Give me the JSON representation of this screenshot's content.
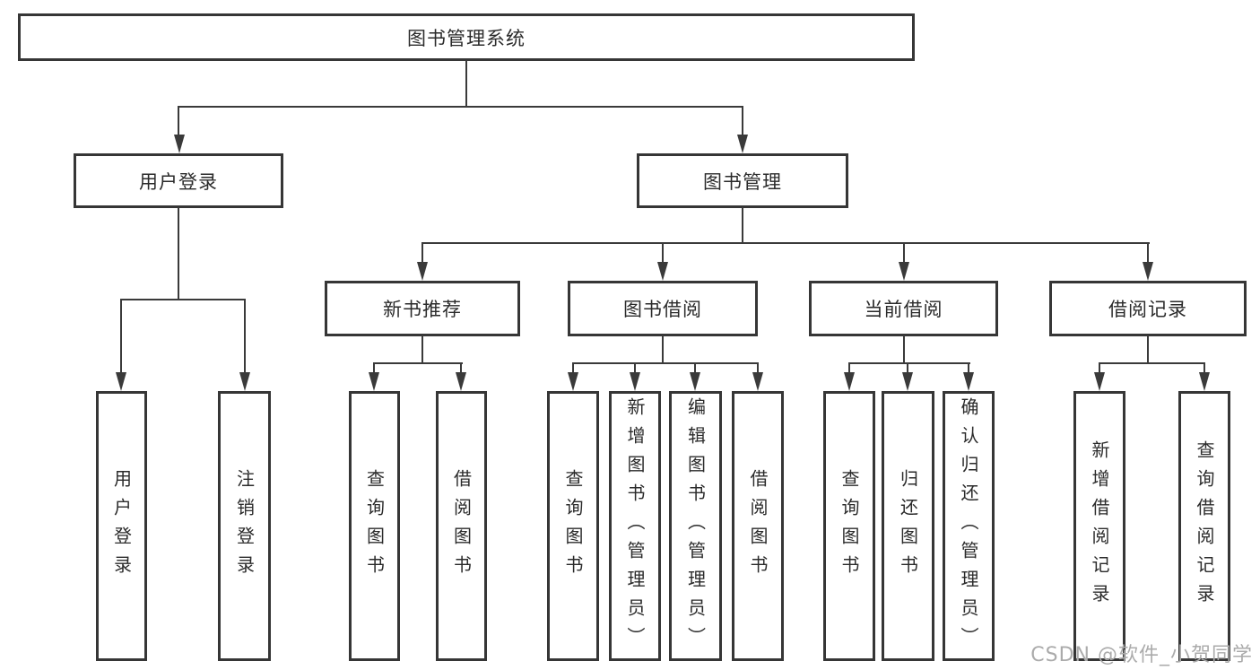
{
  "tree": {
    "root": {
      "label": "图书管理系统"
    },
    "login_branch": {
      "label": "用户登录",
      "children": [
        {
          "label": "用户登录"
        },
        {
          "label": "注销登录"
        }
      ]
    },
    "mgmt_branch": {
      "label": "图书管理",
      "groups": [
        {
          "label": "新书推荐",
          "children": [
            {
              "label": "查询图书"
            },
            {
              "label": "借阅图书"
            }
          ]
        },
        {
          "label": "图书借阅",
          "children": [
            {
              "label": "查询图书"
            },
            {
              "label": "新增图书（管理员）"
            },
            {
              "label": "编辑图书（管理员）"
            },
            {
              "label": "借阅图书"
            }
          ]
        },
        {
          "label": "当前借阅",
          "children": [
            {
              "label": "查询图书"
            },
            {
              "label": "归还图书"
            },
            {
              "label": "确认归还（管理员）"
            }
          ]
        },
        {
          "label": "借阅记录",
          "children": [
            {
              "label": "新增借阅记录"
            },
            {
              "label": "查询借阅记录"
            }
          ]
        }
      ]
    }
  },
  "watermark": {
    "text": "CSDN @软件_小贺同学"
  },
  "colors": {
    "line": "#3a3a3a",
    "border": "#363636",
    "text": "#2b2b2b",
    "bg": "#ffffff",
    "watermark": "#ababab"
  }
}
